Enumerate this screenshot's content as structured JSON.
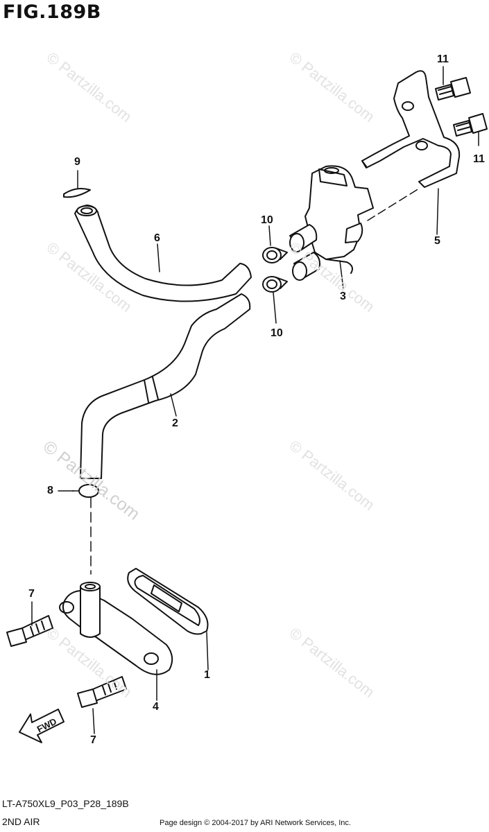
{
  "figure": {
    "title": "FIG.189B",
    "model_code": "LT-A750XL9_P03_P28_189B",
    "subtitle": "2ND AIR",
    "credit": "Page design © 2004-2017 by ARI Network Services, Inc.",
    "fwd_label": "FWD"
  },
  "watermark": {
    "text": "© Partzilla.com",
    "color": "#d9d9d9"
  },
  "callouts": [
    {
      "id": "c11a",
      "label": "11"
    },
    {
      "id": "c11b",
      "label": "11"
    },
    {
      "id": "c9",
      "label": "9"
    },
    {
      "id": "c10a",
      "label": "10"
    },
    {
      "id": "c10b",
      "label": "10"
    },
    {
      "id": "c6",
      "label": "6"
    },
    {
      "id": "c5",
      "label": "5"
    },
    {
      "id": "c3",
      "label": "3"
    },
    {
      "id": "c2",
      "label": "2"
    },
    {
      "id": "c8",
      "label": "8"
    },
    {
      "id": "c7a",
      "label": "7"
    },
    {
      "id": "c7b",
      "label": "7"
    },
    {
      "id": "c1",
      "label": "1"
    },
    {
      "id": "c4",
      "label": "4"
    }
  ]
}
